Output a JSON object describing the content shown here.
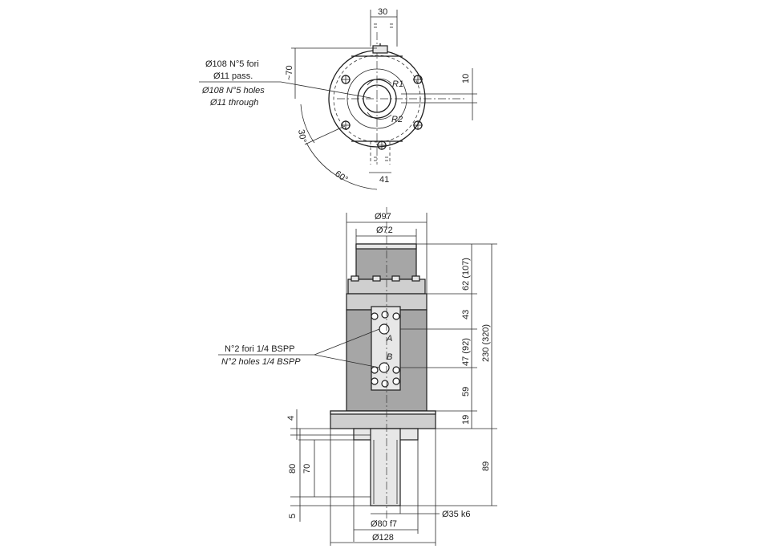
{
  "top_view": {
    "dim_width": "30",
    "dim_height_left": "~70",
    "dim_offset": "10",
    "dim_bottom": "41",
    "angle_1": "30°",
    "angle_2": "60°",
    "label_r1": "R1",
    "label_r2": "R2",
    "holes_it_line1": "Ø108 N°5 fori",
    "holes_it_line2": "Ø11 pass.",
    "holes_en_line1": "Ø108 N°5 holes",
    "holes_en_line2": "Ø11 through"
  },
  "side_view": {
    "dia_top_outer": "Ø97",
    "dia_top_inner": "Ø72",
    "dim_62": "62 (107)",
    "dim_43": "43",
    "dim_47": "47 (92)",
    "dim_230": "230 (320)",
    "dim_59": "59",
    "dim_19": "19",
    "dim_4": "4",
    "dim_80": "80",
    "dim_70": "70",
    "dim_5": "5",
    "dim_89": "89",
    "dia_shaft": "Ø35 k6",
    "dia_spigot": "Ø80 f7",
    "dia_flange": "Ø128",
    "port_a": "A",
    "port_b": "B",
    "ports_it": "N°2 fori 1/4 BSPP",
    "ports_en": "N°2 holes 1/4 BSPP"
  }
}
